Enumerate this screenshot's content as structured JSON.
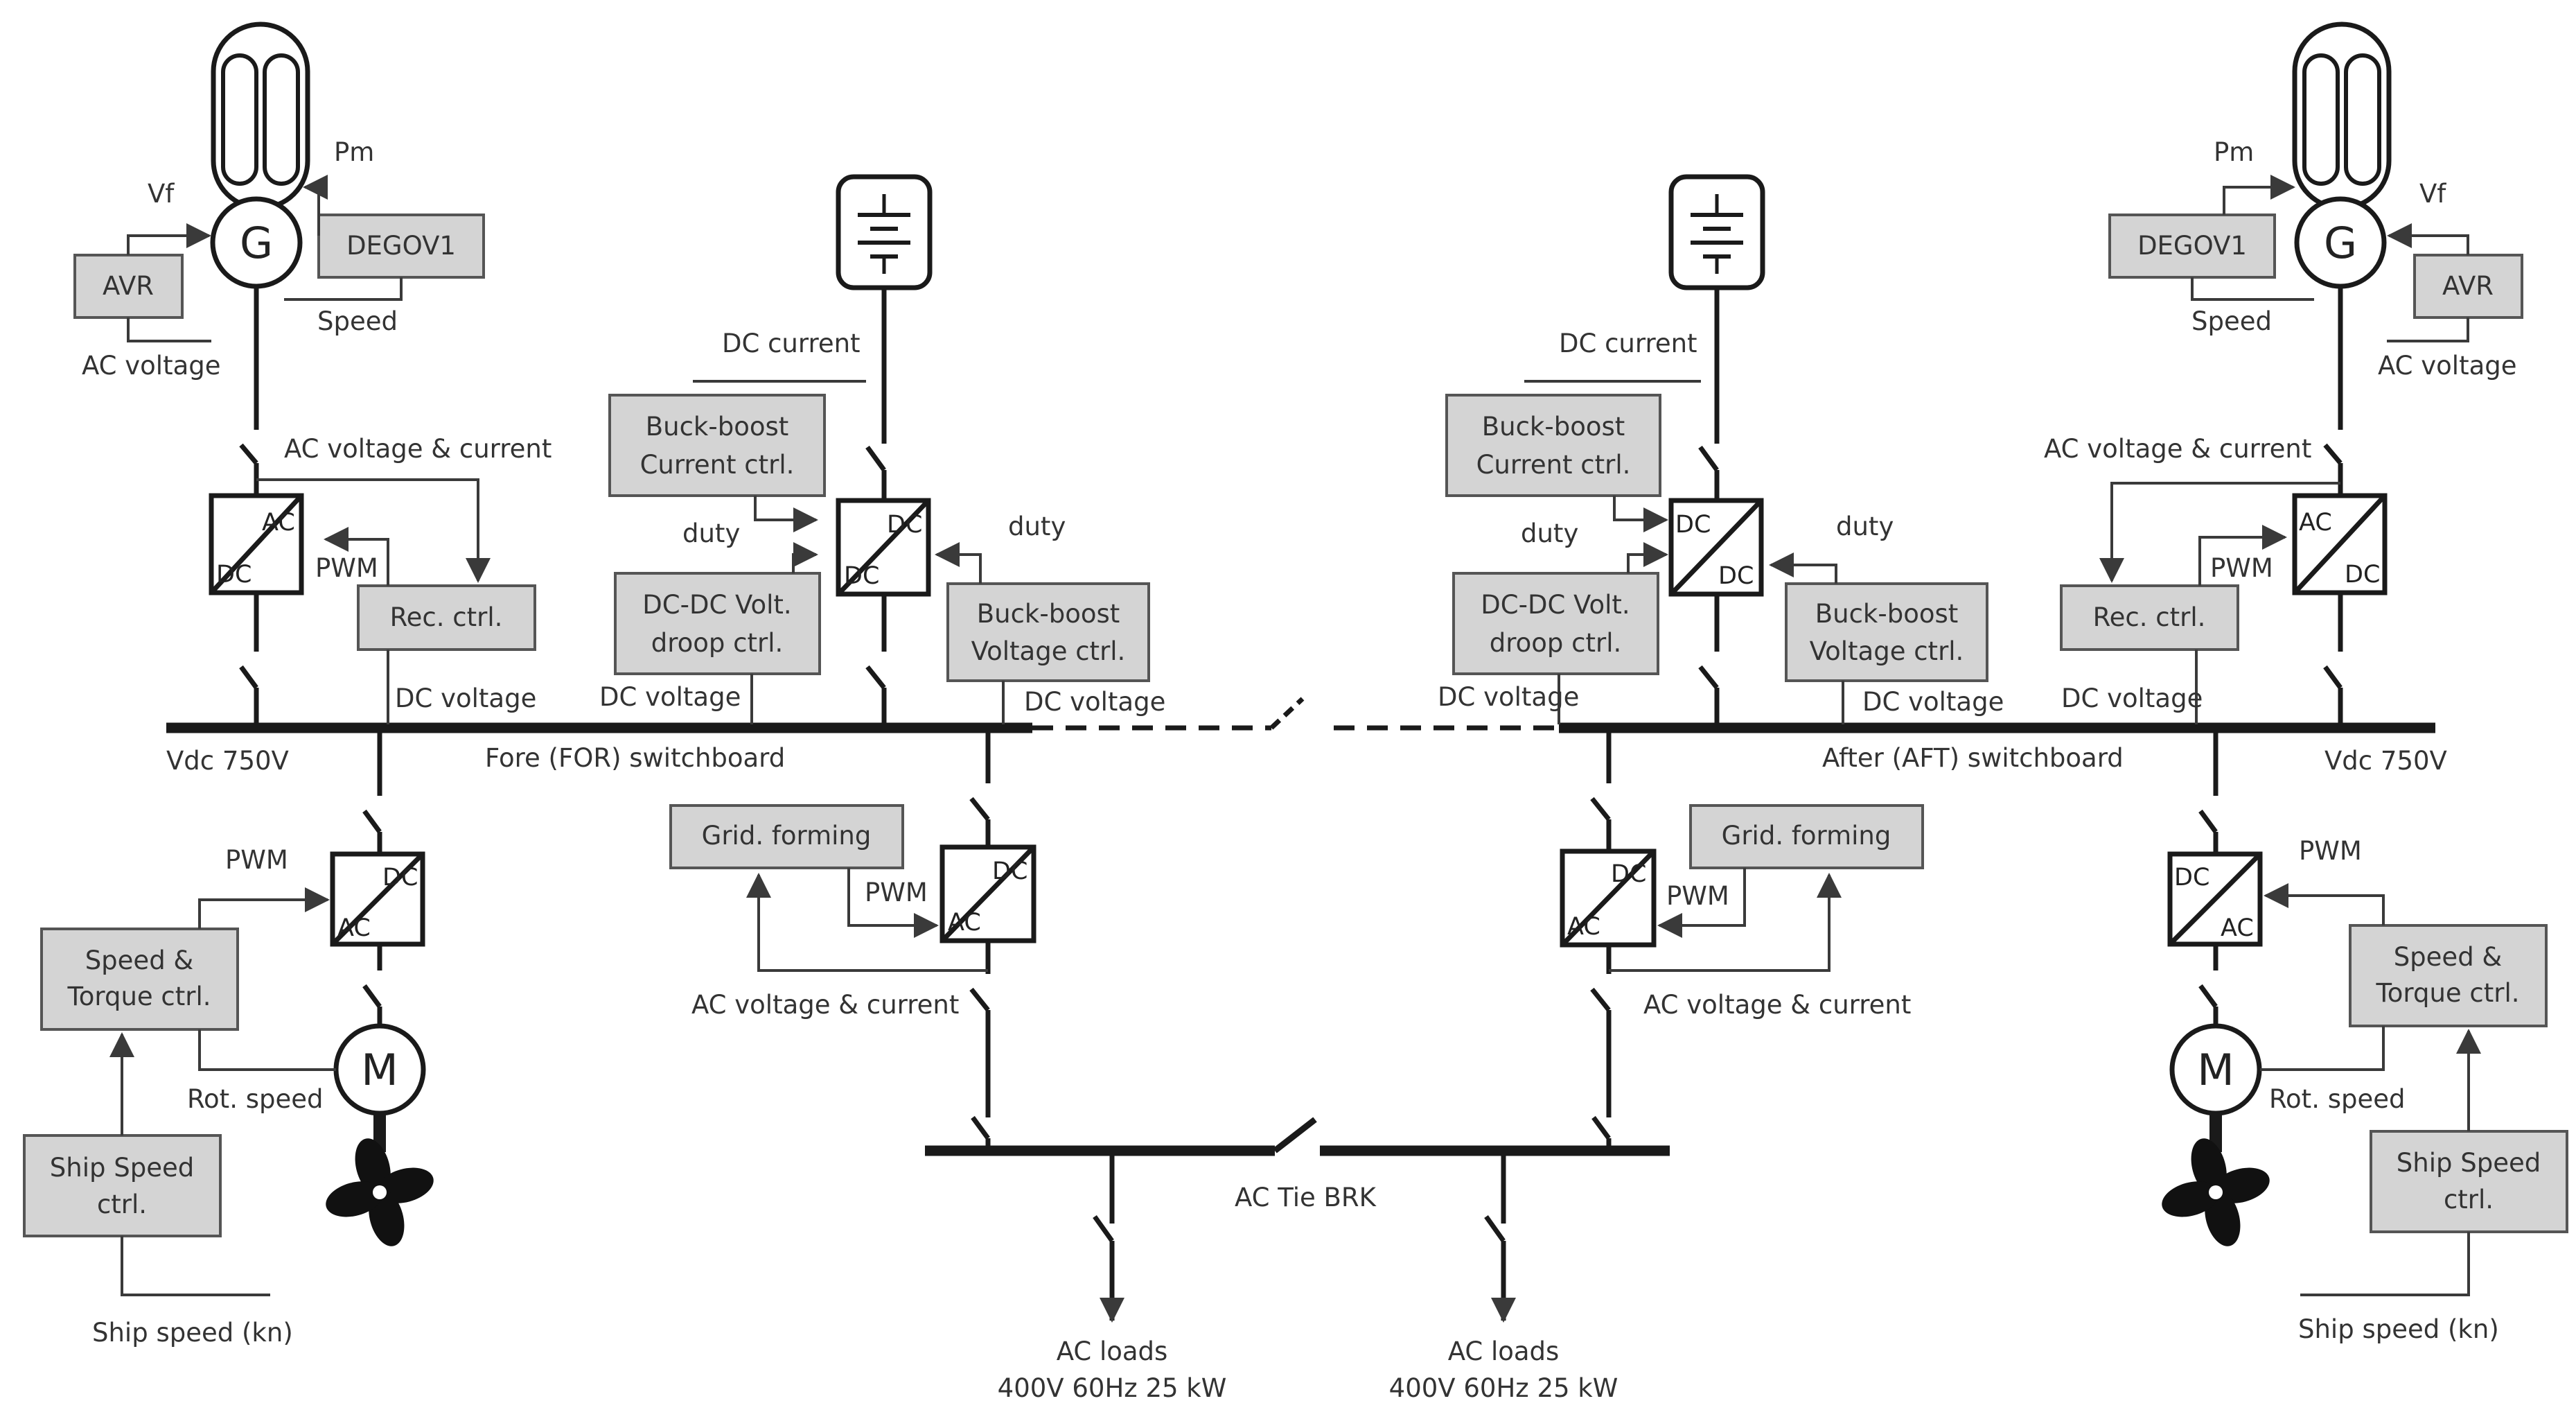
{
  "colors": {
    "line": "#1a1a1a",
    "control_box_fill": "#d4d4d4",
    "control_box_stroke": "#555555",
    "text": "#333333"
  },
  "left": {
    "generator_label": "G",
    "vf": "Vf",
    "pm": "Pm",
    "avr": "AVR",
    "degov": "DEGOV1",
    "speed": "Speed",
    "ac_voltage": "AC voltage",
    "ac_vi": "AC voltage & current",
    "conv_ac": "AC",
    "conv_dc": "DC",
    "pwm": "PWM",
    "rec_ctrl": "Rec. ctrl.",
    "dc_voltage": "DC voltage",
    "vdc": "Vdc 750V",
    "motor_conv_dc": "DC",
    "motor_conv_ac": "AC",
    "motor_pwm": "PWM",
    "speed_torque_1": "Speed &",
    "speed_torque_2": "Torque ctrl.",
    "motor_label": "M",
    "rot_speed": "Rot. speed",
    "ship_speed_ctrl_1": "Ship Speed",
    "ship_speed_ctrl_2": "ctrl.",
    "ship_speed": "Ship speed (kn)"
  },
  "left_mid": {
    "dc_current": "DC current",
    "bb_current_1": "Buck-boost",
    "bb_current_2": "Current ctrl.",
    "duty_left": "duty",
    "duty_right": "duty",
    "droop_1": "DC-DC Volt.",
    "droop_2": "droop ctrl.",
    "bb_voltage_1": "Buck-boost",
    "bb_voltage_2": "Voltage ctrl.",
    "dc_voltage_left": "DC voltage",
    "dc_voltage_right": "DC voltage",
    "conv_dc_top": "DC",
    "conv_dc_bottom": "DC",
    "switchboard": "Fore  (FOR) switchboard",
    "grid_forming": "Grid. forming",
    "pwm": "PWM",
    "inv_dc": "DC",
    "inv_ac": "AC",
    "ac_vi": "AC voltage & current"
  },
  "right_mid": {
    "dc_current": "DC current",
    "bb_current_1": "Buck-boost",
    "bb_current_2": "Current ctrl.",
    "duty_left": "duty",
    "duty_right": "duty",
    "droop_1": "DC-DC Volt.",
    "droop_2": "droop ctrl.",
    "bb_voltage_1": "Buck-boost",
    "bb_voltage_2": "Voltage ctrl.",
    "dc_voltage_left": "DC voltage",
    "dc_voltage_right": "DC voltage",
    "conv_dc_top": "DC",
    "conv_dc_bottom": "DC",
    "switchboard": "After (AFT) switchboard",
    "grid_forming": "Grid. forming",
    "pwm": "PWM",
    "inv_dc": "DC",
    "inv_ac": "AC",
    "ac_vi": "AC voltage & current"
  },
  "right": {
    "generator_label": "G",
    "vf": "Vf",
    "pm": "Pm",
    "avr": "AVR",
    "degov": "DEGOV1",
    "speed": "Speed",
    "ac_voltage": "AC voltage",
    "ac_vi": "AC voltage & current",
    "conv_ac": "AC",
    "conv_dc": "DC",
    "pwm": "PWM",
    "rec_ctrl": "Rec. ctrl.",
    "dc_voltage": "DC voltage",
    "vdc": "Vdc 750V",
    "motor_conv_dc": "DC",
    "motor_conv_ac": "AC",
    "motor_pwm": "PWM",
    "speed_torque_1": "Speed &",
    "speed_torque_2": "Torque ctrl.",
    "motor_label": "M",
    "rot_speed": "Rot. speed",
    "ship_speed_ctrl_1": "Ship Speed",
    "ship_speed_ctrl_2": "ctrl.",
    "ship_speed": "Ship speed (kn)"
  },
  "ac_bus": {
    "tie_brk": "AC Tie BRK",
    "load_left_1": "AC loads",
    "load_left_2": "400V 60Hz 25 kW",
    "load_right_1": "AC loads",
    "load_right_2": "400V 60Hz 25 kW"
  }
}
